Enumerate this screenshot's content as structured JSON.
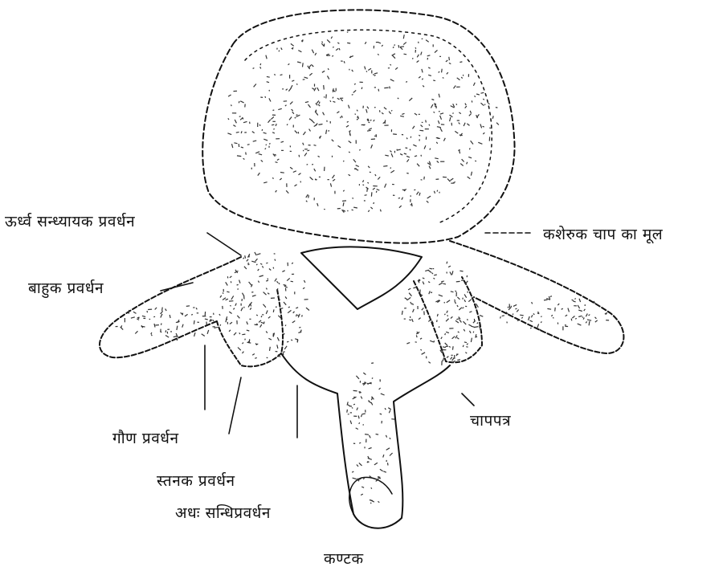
{
  "labels": {
    "superior_articular_process": "ऊर्ध्व सन्ध्यायक प्रवर्धन",
    "pedicle_root": "कशेरुक चाप का मूल",
    "transverse_process": "बाहुक प्रवर्धन",
    "accessory_process": "गौण प्रवर्धन",
    "mammillary_process": "स्तनक प्रवर्धन",
    "inferior_articular_process": "अधः सन्धिप्रवर्धन",
    "lamina": "चापपत्र",
    "spinous_process": "कण्टक"
  },
  "colors": {
    "ink": "#111111",
    "stipple": "#333333"
  }
}
